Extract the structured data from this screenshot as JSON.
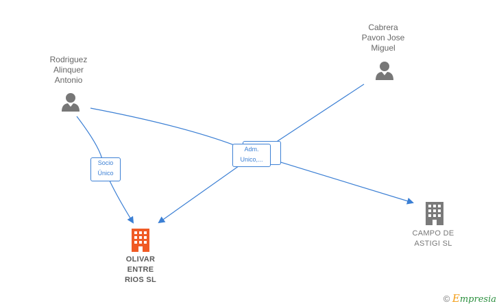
{
  "nodes": {
    "person_rodriguez": {
      "label": "Rodriguez\nAlinquer\nAntonio"
    },
    "person_cabrera": {
      "label": "Cabrera\nPavon Jose\nMiguel"
    },
    "company_olivar": {
      "label": "OLIVAR\nENTRE\nRIOS  SL",
      "color": "#f05a24"
    },
    "company_campo": {
      "label": "CAMPO DE\nASTIGI  SL",
      "color": "#7a7a7a"
    }
  },
  "edges": {
    "socio_unico": {
      "label": "Socio\nÚnico"
    },
    "adm_unico": {
      "label": "Adm.\nUnico,..."
    }
  },
  "edge_color": "#3b7fd4",
  "icons": {
    "person": "person-icon",
    "company": "building-icon"
  },
  "watermark": {
    "copyright": "©",
    "brand_first": "E",
    "brand_rest": "mpresia"
  }
}
